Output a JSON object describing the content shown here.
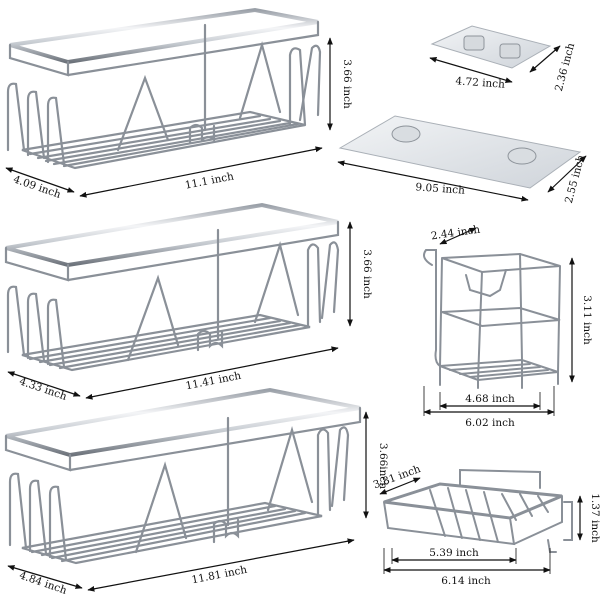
{
  "products": {
    "basket_small": {
      "width": "11.1 inch",
      "depth": "4.09 inch",
      "height": "3.66 inch"
    },
    "basket_medium": {
      "width": "11.41 inch",
      "depth": "4.33 inch",
      "height": "3.66 inch"
    },
    "basket_large": {
      "width": "11.81 inch",
      "depth": "4.84 inch",
      "height": "3.66inch"
    },
    "adhesive_small": {
      "width": "4.72 inch",
      "height": "2.36 inch"
    },
    "adhesive_large": {
      "width": "9.05 inch",
      "height": "2.55 inch"
    },
    "toothbrush_holder": {
      "depth": "2.44 inch",
      "height": "3.11 inch",
      "inner_width": "4.68 inch",
      "outer_width": "6.02 inch"
    },
    "soap_dish": {
      "depth": "3.81 inch",
      "height": "1.37 inch",
      "inner_width": "5.39 inch",
      "outer_width": "6.14 inch"
    }
  },
  "colors": {
    "chrome_light": "#f4f5f7",
    "chrome_mid": "#b9bec5",
    "chrome_dark": "#6d737b",
    "dimension_line": "#111111",
    "pad": "#e3e6ea"
  }
}
